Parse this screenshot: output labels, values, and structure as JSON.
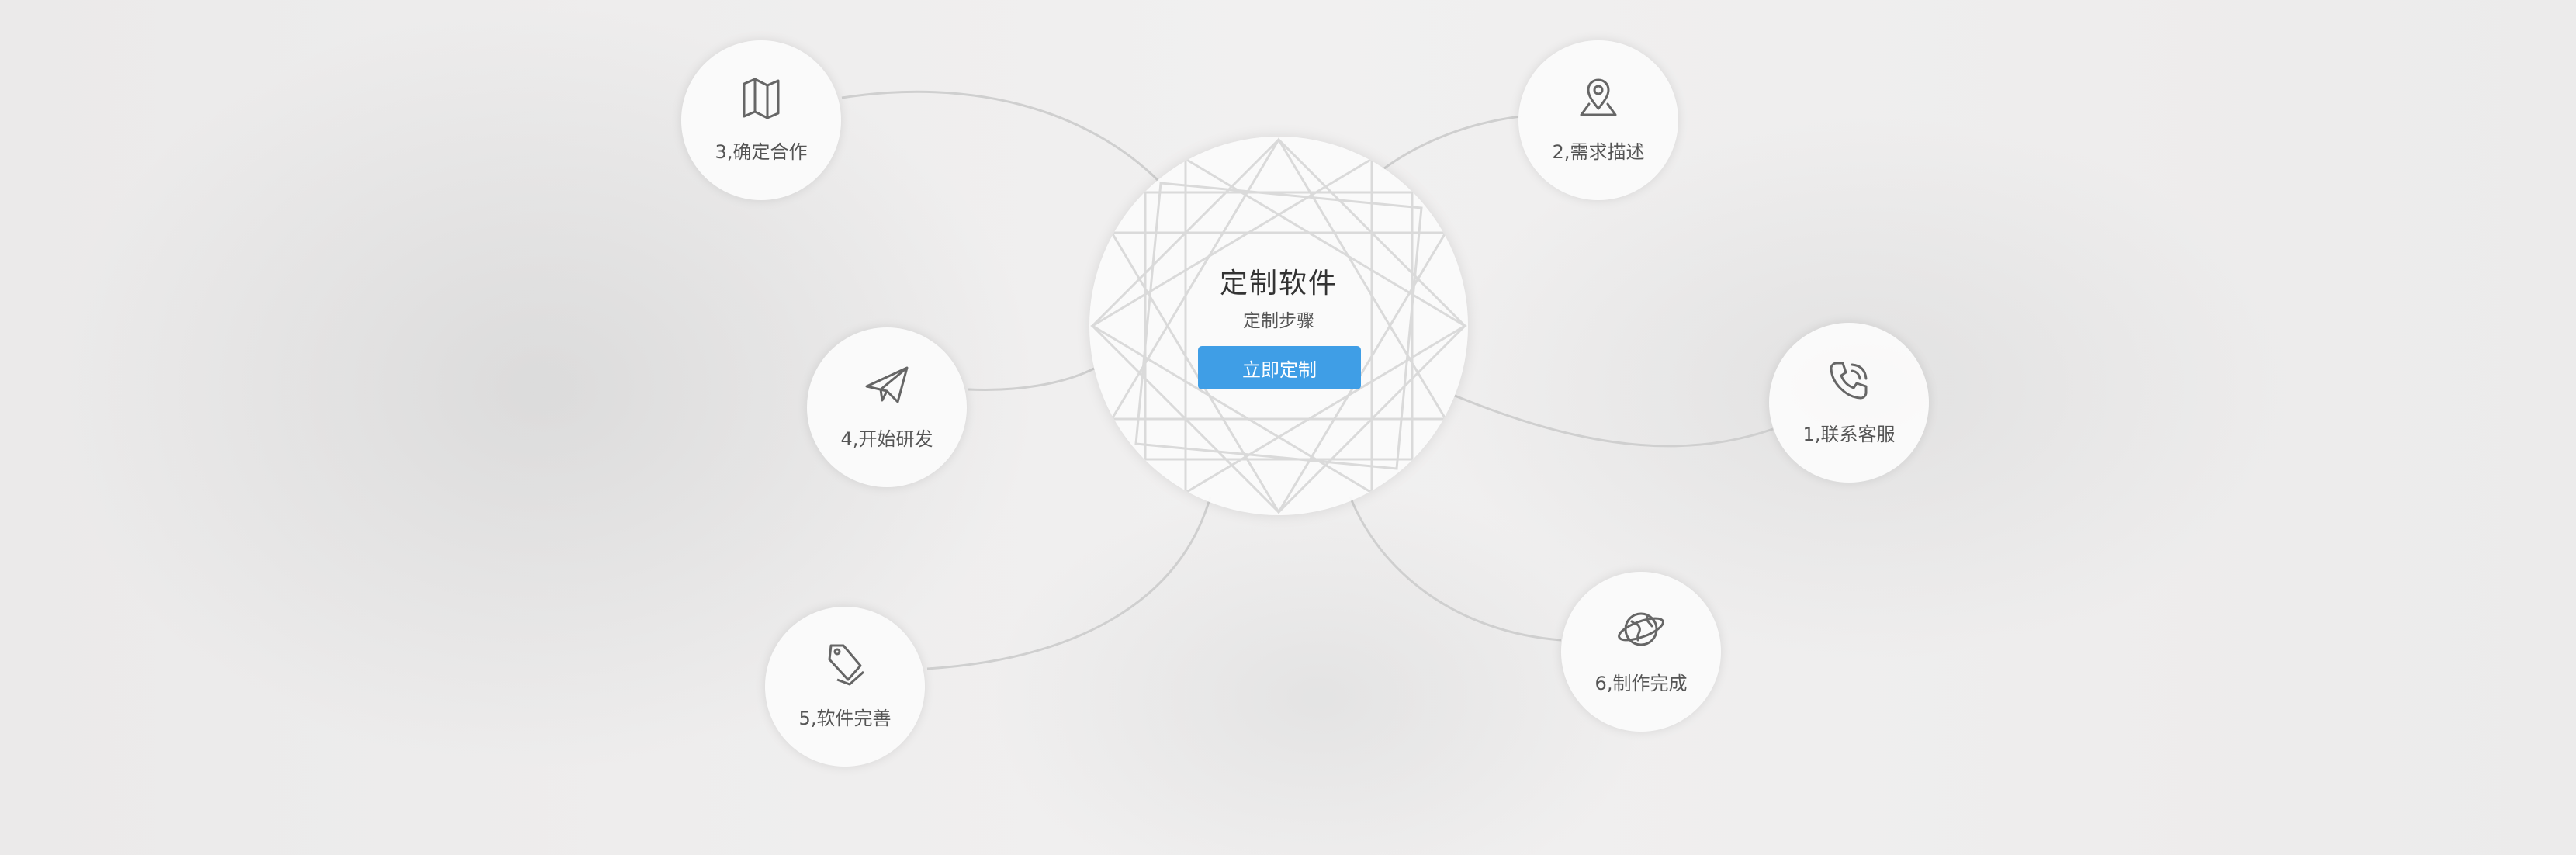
{
  "center": {
    "title": "定制软件",
    "subtitle": "定制步骤",
    "button_label": "立即定制",
    "button_color": "#3f9ee6"
  },
  "steps": [
    {
      "label": "1,联系客服",
      "icon": "phone-icon"
    },
    {
      "label": "2,需求描述",
      "icon": "location-pin-icon"
    },
    {
      "label": "3,确定合作",
      "icon": "map-icon"
    },
    {
      "label": "4,开始研发",
      "icon": "paper-plane-icon"
    },
    {
      "label": "5,软件完善",
      "icon": "price-tag-icon"
    },
    {
      "label": "6,制作完成",
      "icon": "globe-icon"
    }
  ]
}
